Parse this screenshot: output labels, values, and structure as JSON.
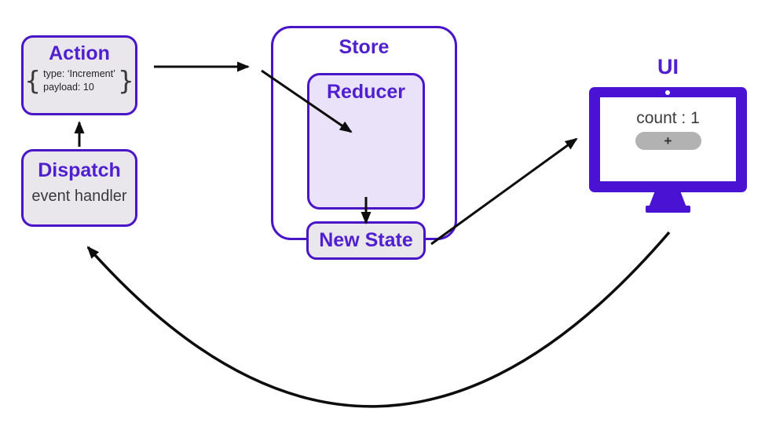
{
  "colors": {
    "purple_border": "#4a15c6",
    "purple_text": "#5120ce",
    "monitor_purple": "#4a13d4",
    "box_fill": "#e9e7ec",
    "reducer_fill": "#e9e2f9",
    "button_gray": "#b2b2b2",
    "arrow_black": "#0d0d0d"
  },
  "nodes": {
    "action": {
      "title": "Action",
      "payload": {
        "open_brace": "{",
        "line1": "type: ‘Increment’",
        "line2": "payload: 10",
        "close_brace": "}"
      }
    },
    "dispatch": {
      "title": "Dispatch",
      "subtitle": "event handler"
    },
    "store": {
      "title": "Store"
    },
    "reducer": {
      "title": "Reducer"
    },
    "new_state": {
      "title": "New State"
    },
    "ui": {
      "title": "UI",
      "counter_text": "count : 1",
      "increment_button": "+"
    }
  }
}
